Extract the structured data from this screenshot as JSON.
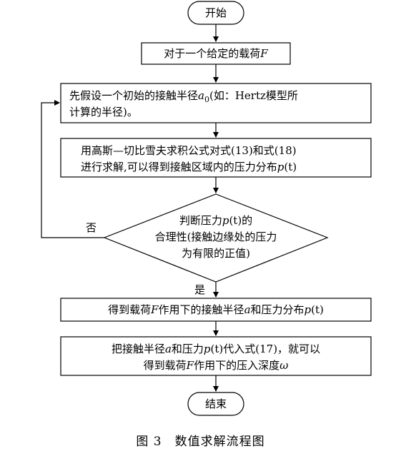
{
  "nodes": {
    "start": "开始",
    "given_load": "对于一个给定的载荷",
    "given_load_var": "F",
    "assume_line1": "先假设一个初始的接触半径",
    "assume_var": "a",
    "assume_sub": "0",
    "assume_line1_tail": "(如：Hertz模型所",
    "assume_line2": "计算的半径)。",
    "solve_line1": "用高斯—切比雪夫求积公式对式(13)和式(18)",
    "solve_line2": "进行求解,可以得到接触区域内的压力分布",
    "solve_var": "p",
    "solve_var_arg": "(t)",
    "decision_line1": "判断压力",
    "decision_var": "p",
    "decision_var_arg": "(t)",
    "decision_line1_tail": "的",
    "decision_line2": "合理性(接触边缘处的压力",
    "decision_line3": "为有限的正值)",
    "result_line_a": "得到载荷",
    "result_var_F": "F",
    "result_line_b": "作用下的接触半径",
    "result_var_a": "a",
    "result_line_c": "和压力分布",
    "result_var_p": "p",
    "result_var_arg": "(t)",
    "substitute_line1_a": "把接触半径",
    "substitute_var_a": "a",
    "substitute_line1_b": "和压力",
    "substitute_var_p": "p",
    "substitute_line1_c": "(t)代入式(17)，就可以",
    "substitute_line2_a": "得到载荷",
    "substitute_var_F": "F",
    "substitute_line2_b": "作用下的压入深度",
    "substitute_var_omega": "ω",
    "end": "结束"
  },
  "branch_labels": {
    "no": "否",
    "yes": "是"
  },
  "caption": "图 3　数值求解流程图"
}
